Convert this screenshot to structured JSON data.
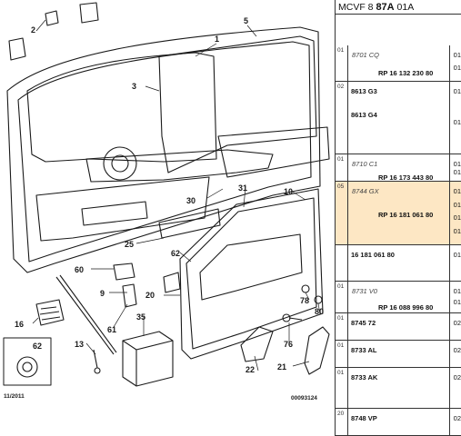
{
  "header": {
    "prefix": "MCVF 8",
    "bold": "87A",
    "suffix": "01A"
  },
  "diagram": {
    "callouts": [
      "1",
      "2",
      "3",
      "5",
      "9",
      "10",
      "13",
      "16",
      "20",
      "21",
      "22",
      "25",
      "30",
      "31",
      "35",
      "60",
      "61",
      "62",
      "62",
      "76",
      "78",
      "80"
    ],
    "date": "11/2011",
    "code": "00093124"
  },
  "table": {
    "rows": [
      {
        "ref": "01",
        "lines": [
          {
            "text": "8701 CQ",
            "style": "it"
          },
          {
            "text": "RP 16 132 230 80",
            "style": "b",
            "qty": "01"
          }
        ],
        "qtys": [
          "01",
          "01"
        ]
      },
      {
        "ref": "02",
        "lines": [
          {
            "text": "8613 G3",
            "style": "b"
          },
          {
            "text": "8613 G4",
            "style": "b"
          }
        ],
        "qtys": [
          "01",
          "01"
        ]
      },
      {
        "ref": "01",
        "lines": [
          {
            "text": "8710 C1",
            "style": "it"
          },
          {
            "text": "RP 16 173 443 80",
            "style": "b"
          }
        ],
        "qtys": [
          "01",
          "01"
        ]
      },
      {
        "ref": "05",
        "lines": [
          {
            "text": "8744 GX",
            "style": "it"
          },
          {
            "text": "RP 16 181 061 80",
            "style": "b"
          }
        ],
        "qtys": [
          "01",
          "01",
          "01",
          "01"
        ],
        "highlight": true
      },
      {
        "ref": "",
        "lines": [
          {
            "text": "16 181 061 80",
            "style": "b"
          }
        ],
        "qtys": [
          "01"
        ]
      },
      {
        "ref": "01",
        "lines": [
          {
            "text": "8731 V0",
            "style": "it"
          },
          {
            "text": "RP 16 088 996 80",
            "style": "b"
          }
        ],
        "qtys": [
          "01",
          "01"
        ]
      },
      {
        "ref": "01",
        "lines": [
          {
            "text": "8745 72",
            "style": "b"
          }
        ],
        "qtys": [
          "02"
        ]
      },
      {
        "ref": "01",
        "lines": [
          {
            "text": "8733 AL",
            "style": "b"
          }
        ],
        "qtys": [
          "02"
        ]
      },
      {
        "ref": "01",
        "lines": [
          {
            "text": "8733 AK",
            "style": "b"
          }
        ],
        "qtys": [
          "02"
        ]
      },
      {
        "ref": "20",
        "lines": [
          {
            "text": "8748 VP",
            "style": "b"
          }
        ],
        "qtys": [
          "02"
        ]
      }
    ]
  },
  "colors": {
    "line": "#1a1a1a",
    "highlight": "#fde7c4",
    "panel": "#ffffff"
  }
}
